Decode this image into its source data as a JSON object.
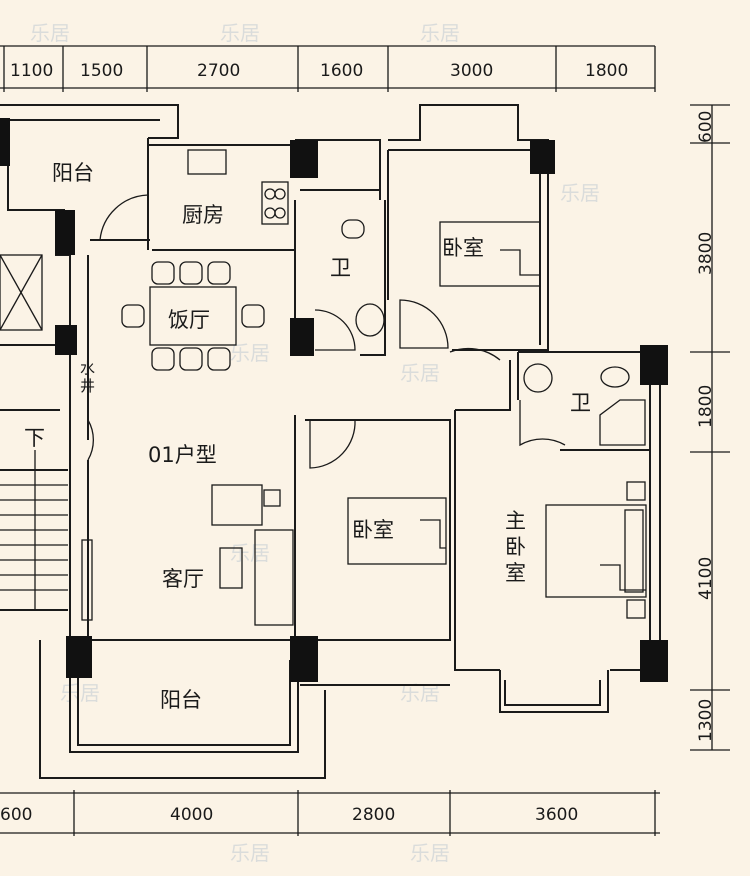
{
  "dimensions": {
    "top": [
      "1100",
      "1500",
      "2700",
      "1600",
      "3000",
      "1800"
    ],
    "bottom": [
      "600",
      "4000",
      "2800",
      "3600"
    ],
    "right": [
      "600",
      "3800",
      "1800",
      "4100",
      "1300"
    ]
  },
  "rooms": {
    "balcony_top": "阳台",
    "kitchen": "厨房",
    "dining": "饭厅",
    "bath1": "卫",
    "bedroom1": "卧室",
    "water_well": "水井",
    "bath2": "卫",
    "stairs_down": "下",
    "unit_type": "01户型",
    "living": "客厅",
    "bedroom2": "卧室",
    "master_bedroom": "主卧室",
    "balcony_bottom": "阳台"
  },
  "watermark": "乐居",
  "colors": {
    "paper": "#fbf3e6",
    "ink": "#1a1a1a"
  }
}
